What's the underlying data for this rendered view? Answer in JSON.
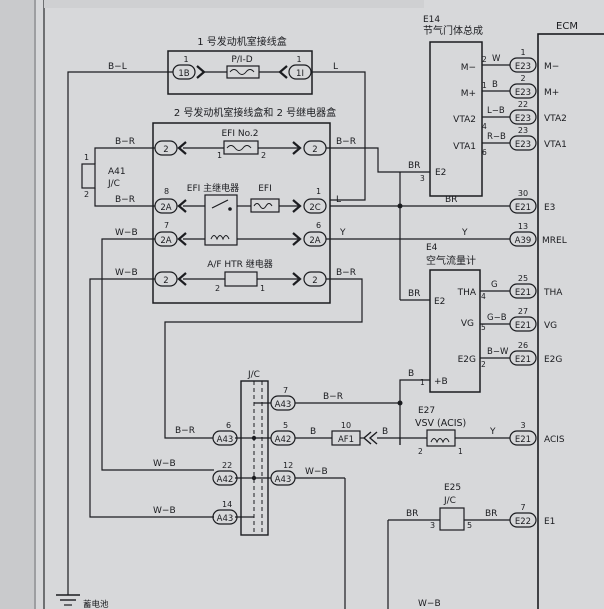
{
  "header": {
    "left": "",
    "right": ""
  },
  "fuse_box1": {
    "title": "1 号发动机室接线盒",
    "fuse": "P/I-D"
  },
  "fuse_box2": {
    "title": "2 号发动机室接线盒和 2 号继电器盒",
    "efi2": "EFI No.2",
    "efi_relay": "EFI 主继电器",
    "efi_fuse": "EFI",
    "afhtr": "A/F HTR 继电器"
  },
  "a41": {
    "ref": "A41",
    "label": "J/C"
  },
  "e14": {
    "ref": "E14",
    "label": "节气门体总成",
    "pins": [
      "M−",
      "M+",
      "VTA2",
      "VTA1",
      "E2"
    ]
  },
  "e4": {
    "ref": "E4",
    "label": "空气流量计",
    "pins": [
      "THA",
      "VG",
      "E2G",
      "E2",
      "+B"
    ]
  },
  "e27": {
    "ref": "E27",
    "label": "VSV (ACIS)"
  },
  "e25": {
    "ref": "E25",
    "label": "J/C"
  },
  "jc": {
    "label": "J/C"
  },
  "ecm": {
    "label": "ECM",
    "pins": [
      "M−",
      "M+",
      "VTA2",
      "VTA1",
      "E3",
      "MREL",
      "THA",
      "VG",
      "E2G",
      "ACIS",
      "E1"
    ]
  },
  "wires": {
    "bl": "B−L",
    "l": "L",
    "br": "B−R",
    "wb": "W−B",
    "y": "Y",
    "b": "B",
    "w": "W",
    "lb": "L−B",
    "rb": "R−B",
    "brw": "BR",
    "g": "G",
    "gb": "G−B",
    "bw": "B−W"
  },
  "connectors": {
    "e23": "E23",
    "e21": "E21",
    "a39": "A39",
    "e22": "E22",
    "a43": "A43",
    "a42": "A42",
    "af1": "AF1",
    "c1b": "1B",
    "c1i": "1I",
    "c2": "2",
    "c2a": "2A",
    "c2c": "2C"
  },
  "footer": {
    "ground": "蓄电池"
  },
  "colors": {
    "paper": "#d7d8da",
    "ink": "#1b1c20"
  }
}
